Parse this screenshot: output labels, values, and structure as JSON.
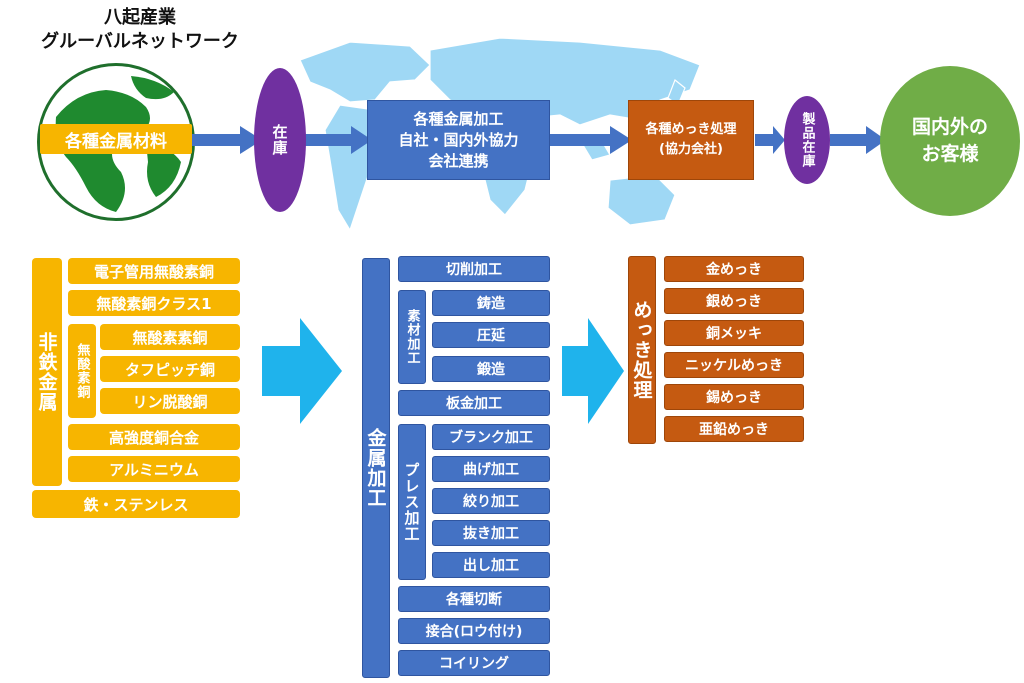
{
  "header": {
    "title_line1": "八起産業",
    "title_line2": "グルーバルネットワーク"
  },
  "flow": {
    "materials": "各種金属材料",
    "stock": "在庫",
    "processing_line1": "各種金属加工",
    "processing_line2": "自社・国内外協力",
    "processing_line3": "会社連携",
    "plating_line1": "各種めっき処理",
    "plating_line2": "(協力会社)",
    "product_stock": "製品在庫",
    "customer_line1": "国内外の",
    "customer_line2": "お客様"
  },
  "materials": {
    "nonferrous_label": "非鉄金属",
    "oxygen_free_label": "無酸素銅",
    "items": {
      "electron_tube": "電子管用無酸素銅",
      "class1": "無酸素銅クラス1",
      "ofc": "無酸素素銅",
      "tough_pitch": "タフピッチ銅",
      "phosphorus": "リン脱酸銅",
      "high_strength": "高強度銅合金",
      "aluminium": "アルミニウム"
    },
    "iron_stainless": "鉄・ステンレス"
  },
  "metalwork": {
    "label": "金属加工",
    "cutting": "切削加工",
    "raw_label": "素材加工",
    "casting": "鋳造",
    "rolling": "圧延",
    "forging": "鍛造",
    "sheet_metal": "板金加工",
    "press_label": "プレス加工",
    "blanking": "ブランク加工",
    "bending": "曲げ加工",
    "drawing": "絞り加工",
    "punching": "抜き加工",
    "extruding": "出し加工",
    "shearing": "各種切断",
    "joining": "接合(ロウ付け)",
    "coiling": "コイリング"
  },
  "plating": {
    "label": "めっき処理",
    "items": [
      "金めっき",
      "銀めっき",
      "銅メッキ",
      "ニッケルめっき",
      "錫めっき",
      "亜鉛めっき"
    ]
  },
  "colors": {
    "yellow": "#f7b500",
    "blue": "#4472c4",
    "orange": "#c55a11",
    "purple": "#7030a0",
    "green": "#70ad47",
    "cyan_arrow": "#1fb3ec",
    "map": "#9fd8f5"
  }
}
